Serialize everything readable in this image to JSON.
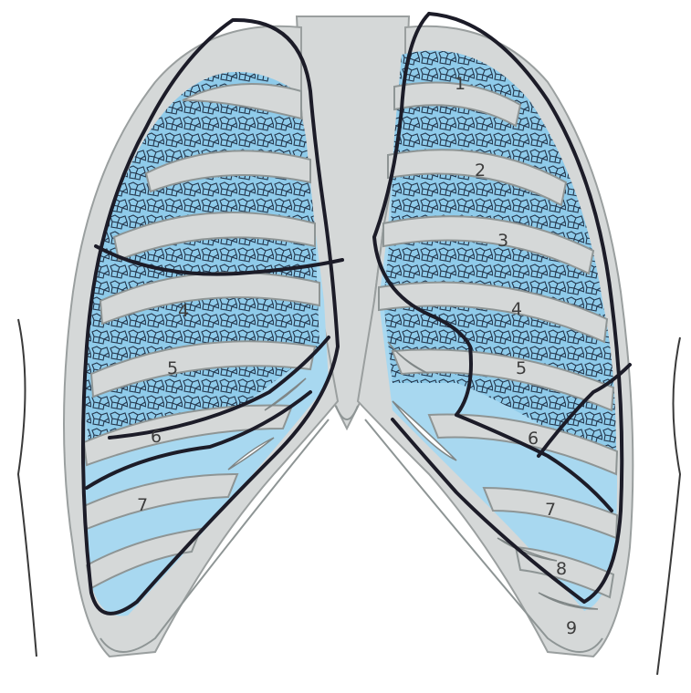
{
  "diagram": {
    "rib_labels_right_lung": [
      "4",
      "5",
      "6",
      "7"
    ],
    "rib_labels_left_lung": [
      "1",
      "2",
      "3",
      "4",
      "5",
      "6",
      "7",
      "8",
      "9"
    ]
  },
  "colors": {
    "bone": "#d5d8d8",
    "bone_outline": "#9a9f9f",
    "lung_fill": "#a8d8f0",
    "lung_texture": "#23364c",
    "pleura_line": "#1c1c28",
    "background": "#ffffff"
  }
}
